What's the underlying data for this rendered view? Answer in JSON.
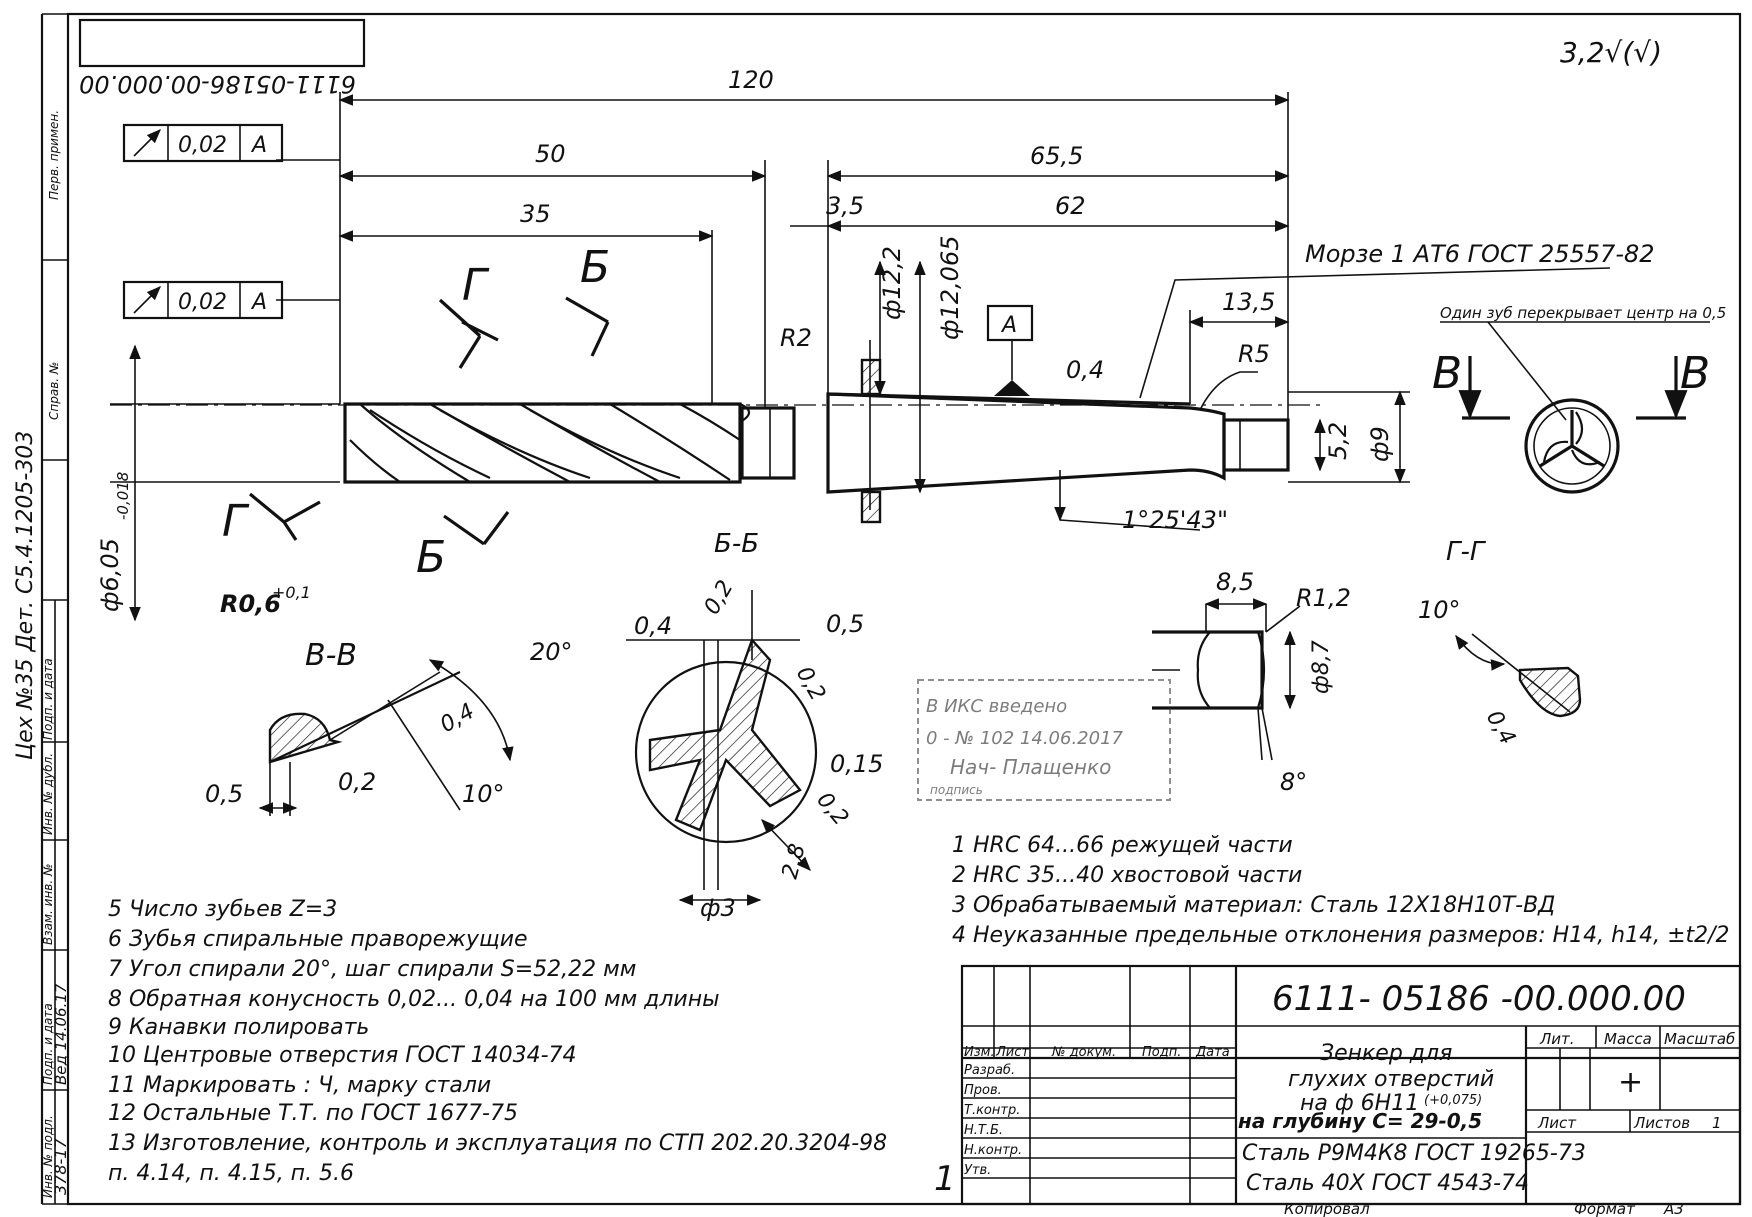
{
  "drawing_number": "6111-05186 -00.000.00",
  "drawing_number_mirrored": "6111-05186-00.000.00",
  "surface_finish": "3,2√(√)",
  "part_ref": "Цех №35 Дет. С5.4.1205-303",
  "frame_left": {
    "first_use": "Перв. примен.",
    "ref_no": "Справ. №",
    "sign_date_1": "Подп. и дата",
    "dup_inv": "Инв. № дубл.",
    "swap_inv": "Взам. инв. №",
    "sign_date_2": "Подп. и дата",
    "orig_inv": "Инв. № подл.",
    "orig_inv_value": "378-17",
    "signature": "Вед 14.06.17"
  },
  "dimensions": {
    "overall": "120",
    "d50": "50",
    "d35": "35",
    "d65_5": "65,5",
    "d3_5": "3,5",
    "d62": "62",
    "d13_5": "13,5",
    "r2": "R2",
    "r5": "R5",
    "r06": "R0,6",
    "r06_tol": "+0,1",
    "dia12_2": "ф12,2",
    "dia12_065": "ф12,065",
    "dia6_05": "ф6,05",
    "dia6_05_tol": "-0,018",
    "d5_2": "5,2",
    "dia9": "ф9",
    "taper_angle": "1°25'43\"",
    "wear_04": "0,4",
    "datum_a": "A",
    "morse": "Морзе   1  АТ6 ГОСТ 25557-82",
    "tooth_note": "Один зуб перекрывает центр на 0,5"
  },
  "tolerance_frames": [
    {
      "value": "0,02",
      "datum": "A"
    },
    {
      "value": "0,02",
      "datum": "A"
    }
  ],
  "section_labels": {
    "g": "Г",
    "b": "Б",
    "v": "В",
    "vv_title": "В-В",
    "bb_title": "Б-Б",
    "gg_title": "Г-Г"
  },
  "section_vv": {
    "angle20": "20°",
    "v04": "0,4",
    "v02": "0,2",
    "v05": "0,5",
    "angle10": "10°"
  },
  "section_bb": {
    "v02a": "0,2",
    "v04": "0,4",
    "v05": "0,5",
    "v02b": "0,2",
    "v015": "0,15",
    "v02c": "0,2",
    "v28": "2,8",
    "dia3": "ф3"
  },
  "detail_tail": {
    "v85": "8,5",
    "r12": "R1,2",
    "dia87": "ф8,7",
    "angle8": "8°"
  },
  "section_gg": {
    "angle10": "10°",
    "v04": "0,4"
  },
  "notes_right": [
    "1  HRC 64...66     режущей части",
    "2  HRC 35...40    хвостовой части",
    "3  Обрабатываемый материал: Сталь 12Х18Н10Т-ВД",
    "4  Неуказанные предельные отклонения размеров: H14, h14, ±t2/2"
  ],
  "notes_left": [
    "5  Число зубьев Z=3",
    "6  Зубья спиральные праворежущие",
    "7  Угол спирали 20°, шаг спирали S=52,22 мм",
    "8  Обратная конусность 0,02... 0,04 на 100 мм длины",
    "9  Канавки полировать",
    "10  Центровые отверстия  ГОСТ 14034-74",
    "11  Маркировать : Ч, марку стали",
    "12  Остальные Т.Т. по ГОСТ 1677-75",
    "13  Изготовление, контроль и эксплуатация по СТП 202.20.3204-98",
    "п. 4.14, п. 4.15, п. 5.6"
  ],
  "title_block": {
    "number": "6111- 05186   -00.000.00",
    "name_line1": "Зенкер для",
    "name_line2": "глухих отверстий",
    "name_line3": "на ф 6Н11",
    "name_tol": "(+0,075)",
    "depth_note": "на глубину  С= 29-0,5",
    "material1": "Сталь Р9М4К8 ГОСТ 19265-73",
    "material2": "Сталь 40Х ГОСТ 4543-74",
    "col_izm": "Изм.",
    "col_list": "Лист",
    "col_doc": "№ докум.",
    "col_sign": "Подп.",
    "col_date": "Дата",
    "row_razrab": "Разраб.",
    "row_prov": "Пров.",
    "row_tkontr": "Т.контр.",
    "row_nt": "Н.Т.Б.",
    "row_nkontr": "Н.контр.",
    "row_utv": "Утв.",
    "lit": "Лит.",
    "mass": "Масса",
    "scale": "Масштаб",
    "scale_value": "+",
    "sheet": "Лист",
    "sheets": "Листов",
    "sheets_value": "1",
    "copied": "Копировал",
    "format": "Формат",
    "format_value": "А3",
    "sheet_number_big": "1"
  },
  "stamp": {
    "line1": "В ИКС   введено",
    "line2": "0 - № 102 14.06.2017",
    "line3": "Нач-  Плащенко",
    "line4": "подпись"
  }
}
